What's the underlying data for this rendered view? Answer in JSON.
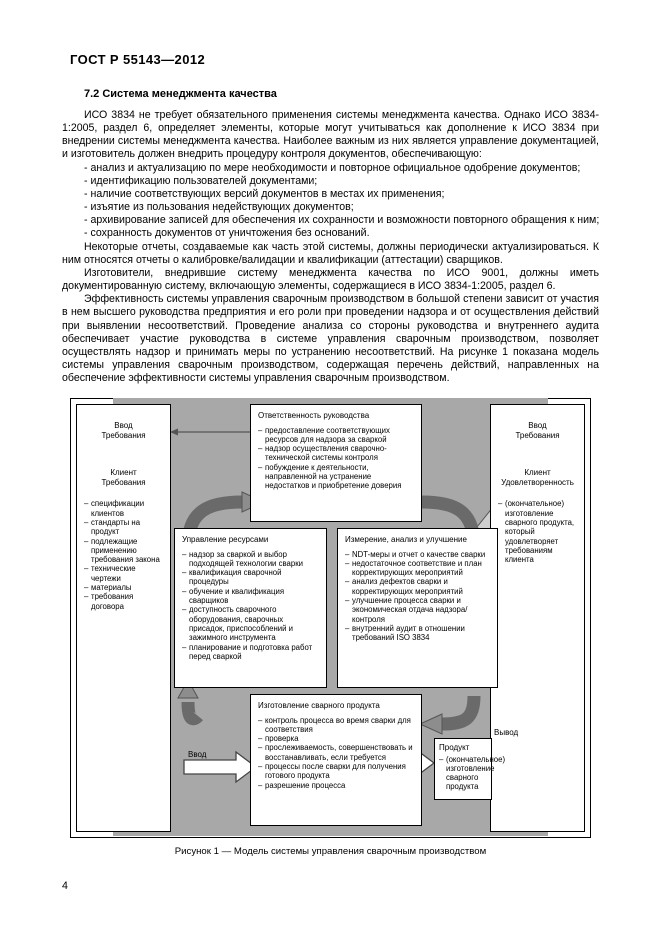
{
  "document": {
    "header": "ГОСТ Р 55143—2012",
    "page_number": "4"
  },
  "section": {
    "title": "7.2 Система менеджмента качества",
    "paragraph_1": "ИСО 3834 не требует обязательного применения системы менеджмента качества. Однако ИСО 3834-1:2005, раздел 6, определяет элементы, которые могут учитываться как дополнение к ИСО 3834 при внедрении системы менеджмента качества. Наиболее важным из них является управление документацией, и изготовитель должен внедрить процедуру контроля документов, обеспечивающую:",
    "bullets": [
      "- анализ и актуализацию по мере необходимости и повторное официальное одобрение документов;",
      "- идентификацию пользователей документами;",
      "- наличие соответствующих версий документов в местах их применения;",
      "- изъятие из пользования недействующих документов;",
      "- архивирование записей для обеспечения их сохранности и возможности повторного обращения к ним;",
      "- сохранность документов от уничтожения без оснований."
    ],
    "paragraph_2": "Некоторые отчеты, создаваемые как часть этой системы, должны периодически актуализироваться. К ним относятся отчеты о калибровке/валидации и квалификации (аттестации) сварщиков.",
    "paragraph_3": "Изготовители, внедрившие систему менеджмента качества по ИСО 9001, должны иметь документированную систему, включающую элементы, содержащиеся в ИСО 3834-1:2005, раздел 6.",
    "paragraph_4": "Эффективность системы управления сварочным производством в большой степени зависит от участия в нем высшего руководства предприятия и его роли при проведении надзора и от осуществления действий при выявлении несоответствий. Проведение анализа со стороны руководства и внутреннего аудита обеспечивает участие руководства в системе управления сварочным производством, позволяет осуществлять надзор и принимать меры по устранению несоответствий. На рисунке 1 показана модель системы управления сварочным производством, содержащая перечень действий, направленных на обеспечение эффективности системы управления сварочным производством."
  },
  "figure": {
    "caption": "Рисунок 1 — Модель системы управления сварочным производством",
    "left_column": {
      "input_label_line1": "Ввод",
      "input_label_line2": "Требования",
      "client_label_line1": "Клиент",
      "client_label_line2": "Требования",
      "items": [
        "спецификации клиентов",
        "стандарты на продукт",
        "подлежащие применению требования закона",
        "технические чертежи",
        "материалы",
        "требования договора"
      ]
    },
    "right_column": {
      "input_label_line1": "Ввод",
      "input_label_line2": "Требования",
      "client_label_line1": "Клиент",
      "client_label_line2": "Удовлетворенность",
      "items": [
        "(окончательное) изготовление сварного продукта, который удовлетворяет требованиям клиента"
      ]
    },
    "box_top": {
      "title": "Ответственность руководства",
      "items": [
        "предоставление соответствующих ресурсов для надзора за сваркой",
        "надзор осуществления сварочно-технической системы контроля",
        "побуждение к деятельности, направленной на устранение недостатков и приобретение доверия"
      ]
    },
    "box_resources": {
      "title": "Управление ресурсами",
      "items": [
        "надзор за сваркой и выбор подходящей технологии сварки",
        "квалификация сварочной процедуры",
        "обучение и квалификация сварщиков",
        "доступность сварочного оборудования, сварочных присадок, приспособлений и зажимного инструмента",
        "планирование и подготовка работ перед сваркой"
      ]
    },
    "box_measure": {
      "title": "Измерение, анализ и улучшение",
      "items": [
        "NDT-меры и отчет о качестве сварки",
        "недостаточное соответствие и план корректирующих мероприятий",
        "анализ дефектов сварки и корректирующих мероприятий",
        "улучшение процесса сварки и экономическая отдача надзора/контроля",
        "внутренний аудит в отношении требований ISO 3834"
      ]
    },
    "box_production": {
      "title": "Изготовление сварного продукта",
      "items": [
        "контроль процесса во время сварки для соответствия",
        "проверка",
        "прослеживаемость, совершенствовать и восстанавливать, если требуется",
        "процессы после сварки для получения готового продукта",
        "разрешение процесса"
      ]
    },
    "box_product": {
      "title": "Продукт",
      "items": [
        "(окончательное) изготовление сварного продукта"
      ]
    },
    "arrow_input_label": "Ввод",
    "arrow_output_label": "Вывод"
  }
}
